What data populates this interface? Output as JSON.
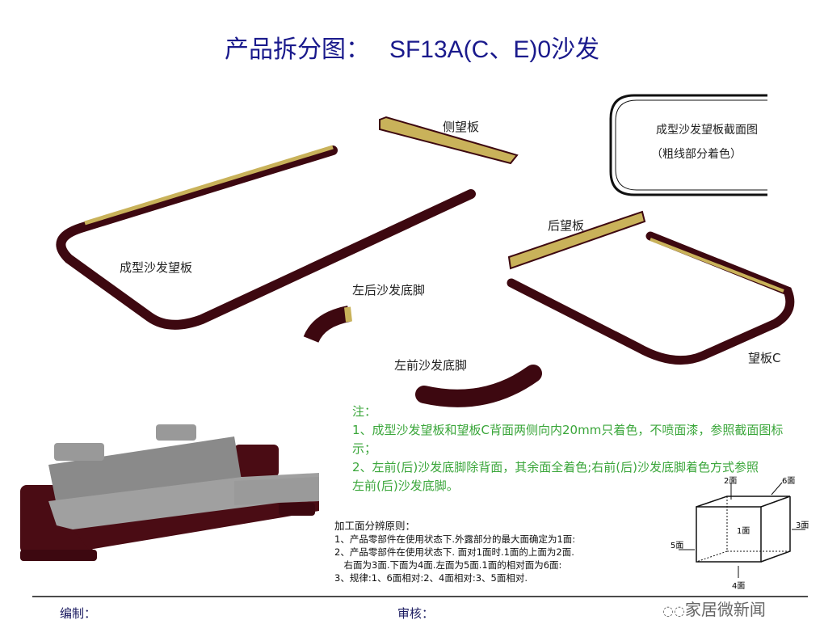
{
  "title": {
    "prefix": "产品拆分图：",
    "model": "SF13A(C、E)0沙发"
  },
  "labels": {
    "side_panel": "侧望板",
    "formed_panel": "成型沙发望板",
    "left_rear_foot": "左后沙发底脚",
    "left_front_foot": "左前沙发底脚",
    "rear_panel": "后望板",
    "panel_c": "望板C"
  },
  "section": {
    "title": "成型沙发望板截面图",
    "subtitle": "（粗线部分着色）"
  },
  "notes": {
    "heading": "注：",
    "lines": [
      "1、成型沙发望板和望板C背面两侧向内20mm只着色，不喷面漆，参照截面图标",
      "示；",
      "2、左前(后)沙发底脚除背面，其余面全着色;右前(后)沙发底脚着色方式参照",
      "左前(后)沙发底脚。"
    ]
  },
  "rules": {
    "heading": "加工面分辨原则：",
    "lines": [
      "1、产品零部件在使用状态下.外露部分的最大面确定为1面:",
      "2、产品零部件在使用状态下. 面对1面时.1面的上面为2面.",
      "　右面为3面.下面为4面.左面为5面.1面的相对面为6面:",
      "3、规律:1、6面相对:2、4面相对:3、5面相对."
    ]
  },
  "cube": {
    "f1": "1面",
    "f2": "2面",
    "f3": "3面",
    "f4": "4面",
    "f5": "5面",
    "f6": "6面"
  },
  "footer": {
    "editor": "编制：",
    "reviewer": "审核：",
    "watermark": "家居微新闻"
  },
  "colors": {
    "wood": "#4a0c14",
    "veneer": "#c9b25a",
    "title": "#1a1a8c",
    "note": "#3aa63a"
  }
}
